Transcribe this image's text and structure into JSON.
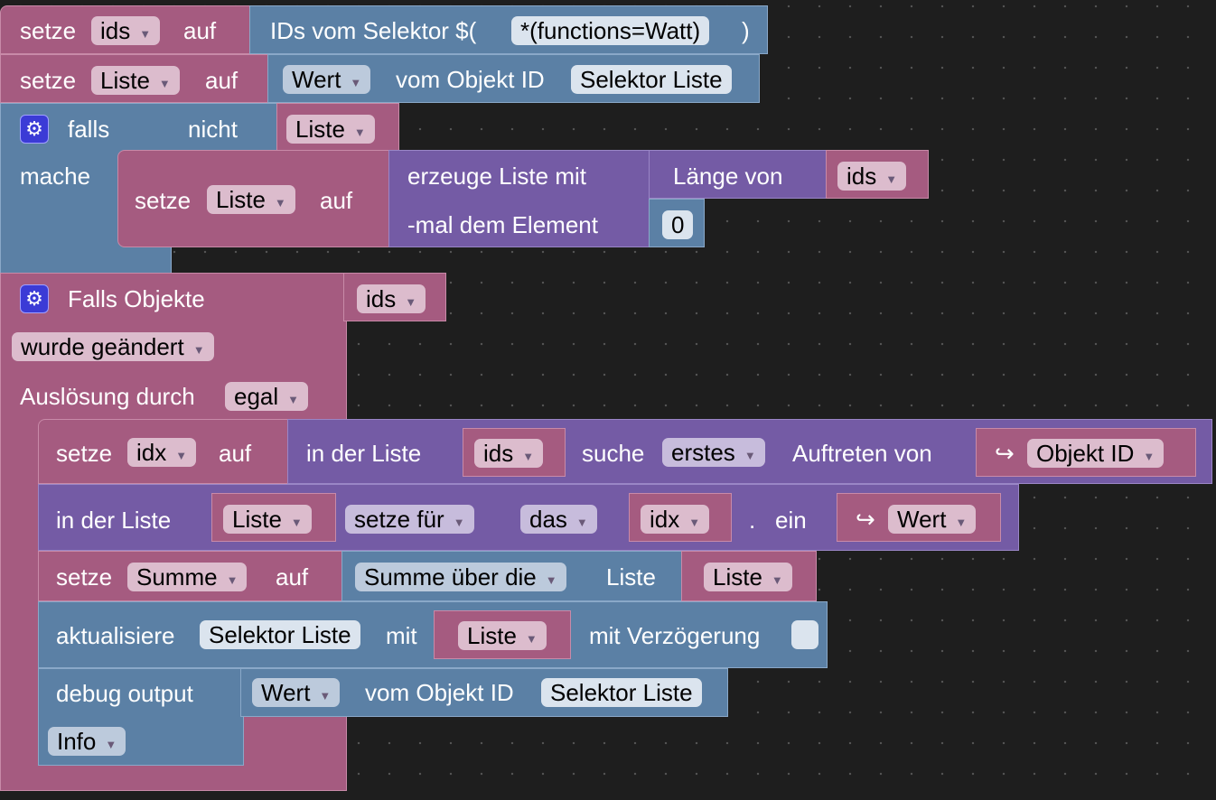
{
  "palette": {
    "variable": "#a55b80",
    "object": "#5b80a5",
    "list": "#745ba5"
  },
  "b1": {
    "set": "setze",
    "var": "ids",
    "to": "auf",
    "selector_label": "IDs vom Selektor $(",
    "selector": "*(functions=Watt)",
    "close": ")"
  },
  "b2": {
    "set": "setze",
    "var": "Liste",
    "to": "auf",
    "prop": "Wert",
    "of_object": "vom Objekt ID",
    "object_id": "Selektor Liste"
  },
  "b3": {
    "if": "falls",
    "not": "nicht",
    "var": "Liste",
    "do": "mache",
    "set": "setze",
    "set_var": "Liste",
    "to": "auf",
    "create": "erzeuge Liste mit",
    "length_of": "Länge von",
    "length_var": "ids",
    "times": "-mal dem Element",
    "element": "0"
  },
  "trigger": {
    "title": "Falls Objekte",
    "ids": "ids",
    "changed": "wurde geändert",
    "trigger_by": "Auslösung durch",
    "trigger_val": "egal"
  },
  "s1": {
    "set": "setze",
    "var": "idx",
    "to": "auf",
    "in_list": "in der Liste",
    "list_var": "ids",
    "find": "suche",
    "find_mode": "erstes",
    "occurrence": "Auftreten von",
    "obj_id": "Objekt ID"
  },
  "s2": {
    "in_list": "in der Liste",
    "list_var": "Liste",
    "set_for": "setze für",
    "the": "das",
    "idx": "idx",
    "dot": ".",
    "a": "ein",
    "value": "Wert"
  },
  "s3": {
    "set": "setze",
    "var": "Summe",
    "to": "auf",
    "sum_over": "Summe über die",
    "list_word": "Liste",
    "list_var": "Liste"
  },
  "s4": {
    "update": "aktualisiere",
    "object_id": "Selektor Liste",
    "with": "mit",
    "list_var": "Liste",
    "delay": "mit Verzögerung"
  },
  "s5": {
    "debug": "debug output",
    "prop": "Wert",
    "of_object": "vom Objekt ID",
    "object_id": "Selektor Liste",
    "level": "Info"
  }
}
